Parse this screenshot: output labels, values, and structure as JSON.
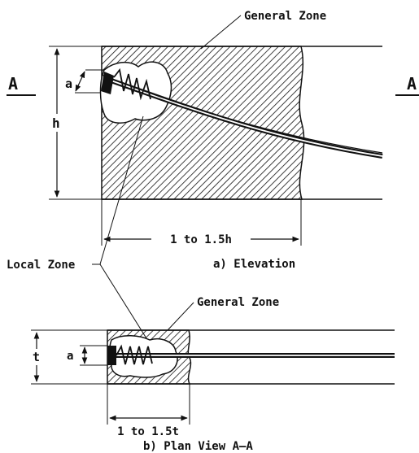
{
  "elevation": {
    "general_zone_label": "General Zone",
    "section_left": "A",
    "section_right": "A",
    "dim_a": "a",
    "dim_h": "h",
    "dim_length": "1 to 1.5h",
    "caption": "a) Elevation"
  },
  "local_zone_label": "Local Zone",
  "plan": {
    "general_zone_label": "General Zone",
    "dim_t": "t",
    "dim_a": "a",
    "dim_length": "1 to 1.5t",
    "caption": "b) Plan View A–A"
  },
  "colors": {
    "ink": "#111111",
    "background": "#ffffff"
  }
}
